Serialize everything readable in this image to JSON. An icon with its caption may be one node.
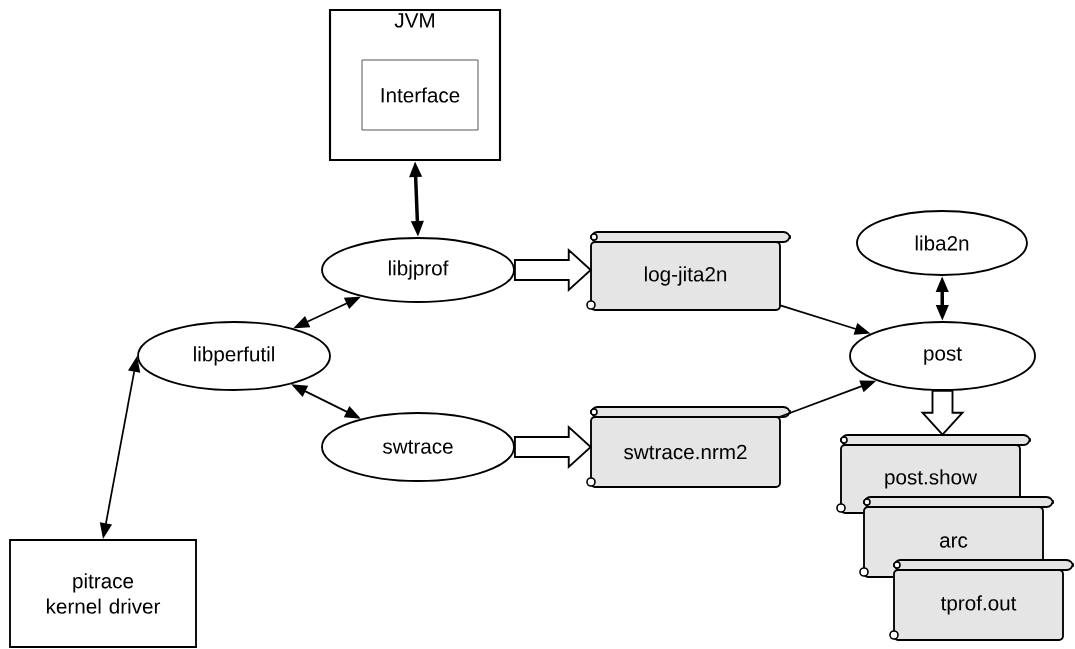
{
  "diagram": {
    "nodes": [
      {
        "text": [
          "JVM"
        ]
      },
      {
        "text": [
          "Interface"
        ],
        "in": 0
      },
      {
        "text": [
          "libjprof"
        ]
      },
      {
        "text": [
          "libperfutil"
        ]
      },
      {
        "text": [
          "swtrace"
        ]
      },
      {
        "text": [
          "pitrace kernel driver"
        ]
      },
      {
        "text": [
          "log-jita2n"
        ]
      },
      {
        "text": [
          "swtrace.nrm2"
        ]
      },
      {
        "text": [
          "liba2n"
        ]
      },
      {
        "text": [
          "post"
        ]
      },
      {
        "text": [
          "post.show"
        ]
      },
      {
        "text": [
          "arc"
        ]
      },
      {
        "text": [
          "tprof.out"
        ]
      }
    ],
    "edges": [
      {
        "from": 0,
        "to": 2,
        "arrow": "both",
        "style": "thick"
      },
      {
        "from": 2,
        "to": 3,
        "arrow": "both"
      },
      {
        "from": 3,
        "to": 4,
        "arrow": "both"
      },
      {
        "from": 3,
        "to": 5,
        "arrow": "both"
      },
      {
        "from": 2,
        "to": 6,
        "arrow": "to",
        "style": "thick"
      },
      {
        "from": 4,
        "to": 7,
        "arrow": "to",
        "style": "thick"
      },
      {
        "from": 6,
        "to": 9,
        "arrow": "to"
      },
      {
        "from": 7,
        "to": 9,
        "arrow": "to"
      },
      {
        "from": 8,
        "to": 9,
        "arrow": "both",
        "style": "thick"
      },
      {
        "from": 9,
        "to": 10,
        "arrow": "to",
        "style": "thick"
      }
    ]
  }
}
